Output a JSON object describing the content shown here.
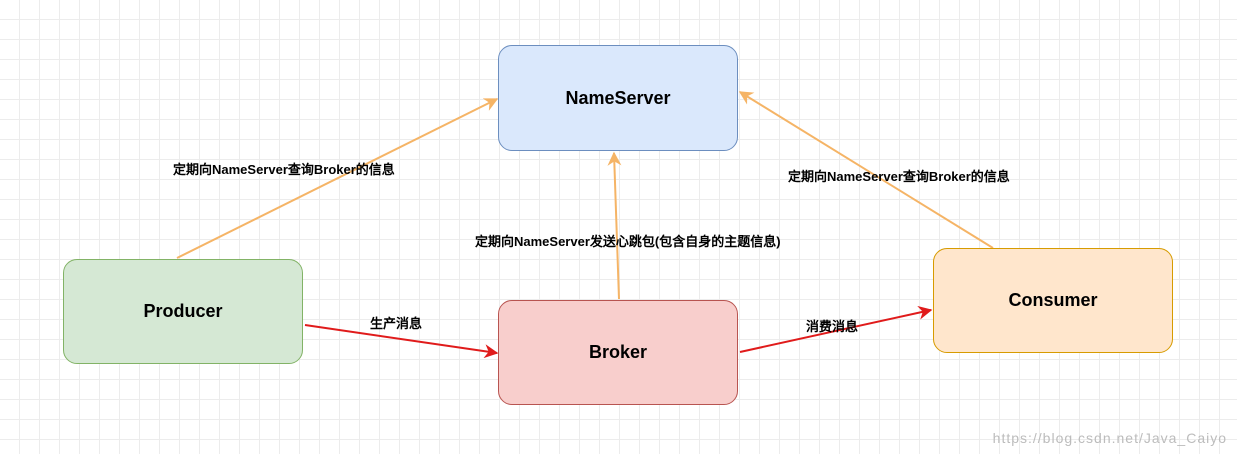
{
  "nodes": {
    "nameserver": "NameServer",
    "producer": "Producer",
    "broker": "Broker",
    "consumer": "Consumer"
  },
  "edges": {
    "producer_to_nameserver": "定期向NameServer查询Broker的信息",
    "consumer_to_nameserver": "定期向NameServer查询Broker的信息",
    "broker_to_nameserver": "定期向NameServer发送心跳包(包含自身的主题信息)",
    "producer_to_broker": "生产消息",
    "broker_to_consumer": "消费消息"
  },
  "watermark": "https://blog.csdn.net/Java_Caiyo",
  "colors": {
    "query_arrow": "#f5b466",
    "message_arrow": "#e01b1b",
    "nameserver_fill": "#dae8fc",
    "producer_fill": "#d5e8d4",
    "broker_fill": "#f8cecc",
    "consumer_fill": "#ffe6cc"
  }
}
